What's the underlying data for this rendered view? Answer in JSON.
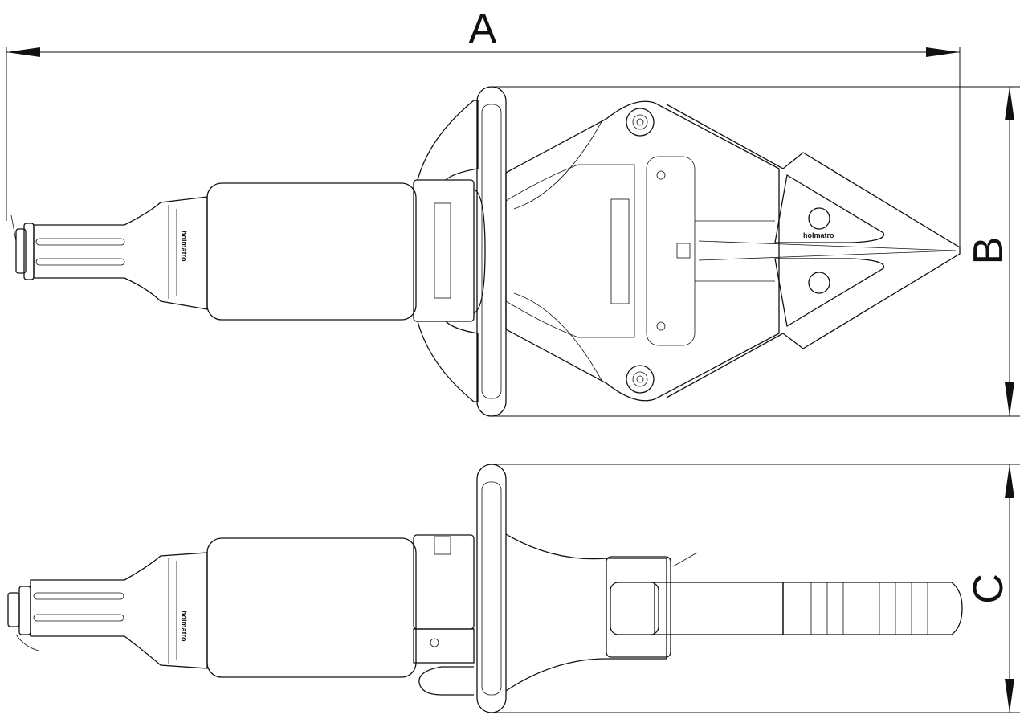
{
  "dimensions": {
    "a_label": "A",
    "b_label": "B",
    "c_label": "C"
  },
  "branding": {
    "logo_text": "holmatro"
  },
  "colors": {
    "line": "#111111",
    "background": "#ffffff"
  }
}
